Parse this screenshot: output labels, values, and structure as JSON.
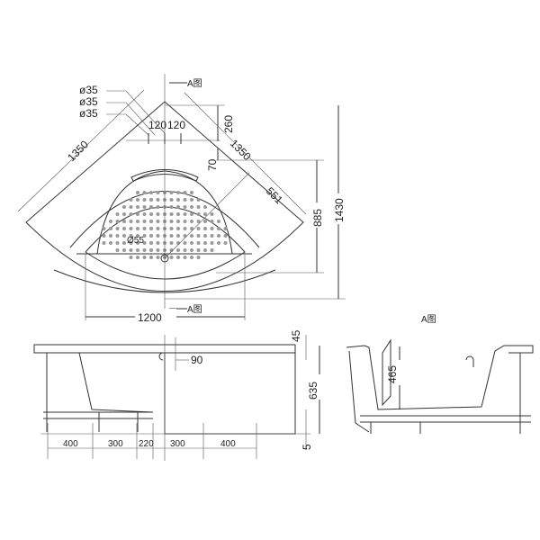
{
  "top_view": {
    "section_mark_top": "A图",
    "section_mark_bottom": "A图",
    "hole_labels": [
      "ø35",
      "ø35",
      "ø35"
    ],
    "spacing_left": "120",
    "spacing_right": "120",
    "dim_260": "260",
    "dim_70": "70",
    "dim_side_left": "1350",
    "dim_side_right": "1350",
    "dim_551": "551",
    "dim_885": "885",
    "dim_1430": "1430",
    "dim_1200": "1200",
    "drain_label": "Ø55"
  },
  "front_view": {
    "dim_45": "45",
    "dim_90": "90",
    "dim_635": "635",
    "dim_5": "5",
    "bottom_dims": [
      "400",
      "300",
      "220",
      "300",
      "400"
    ]
  },
  "section_view": {
    "title": "A图",
    "dim_465": "465"
  }
}
